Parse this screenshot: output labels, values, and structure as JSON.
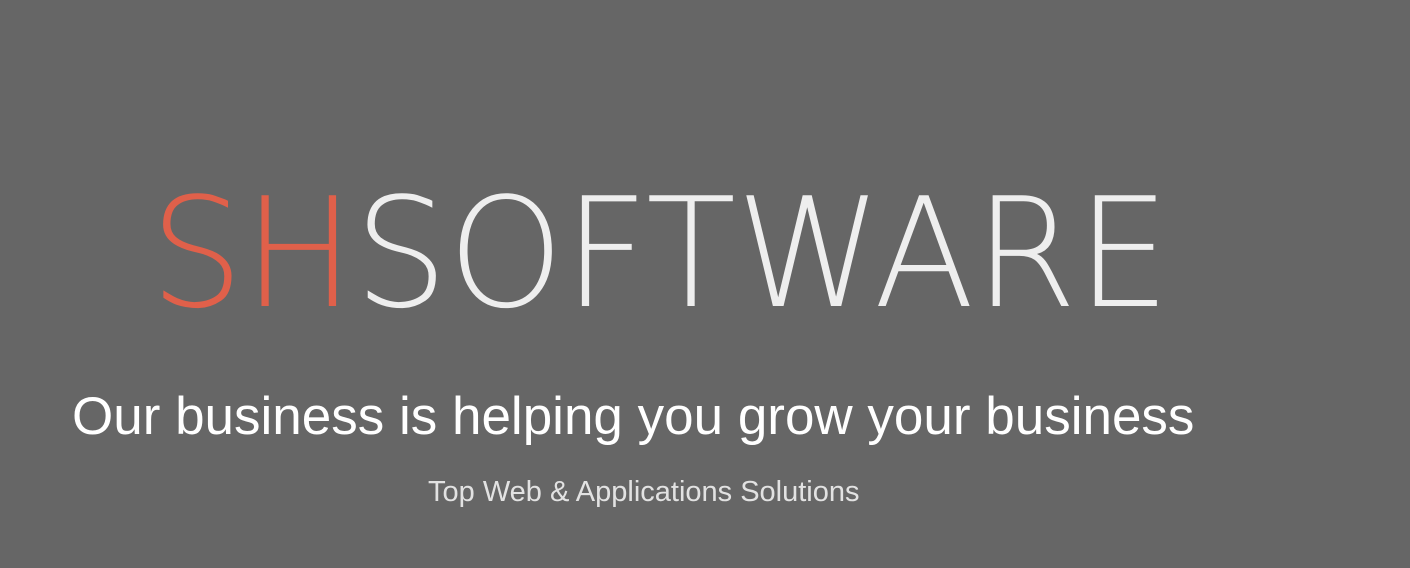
{
  "brand": {
    "prefix": "SH",
    "suffix": "SOFTWARE",
    "accent_color": "#e0604a",
    "text_color": "#eeeeee"
  },
  "hero": {
    "headline": "Our business is helping you grow your business",
    "tagline": "Top Web & Applications Solutions",
    "background_color": "#666666",
    "headline_color": "#ffffff",
    "tagline_color": "#e2e2e2"
  }
}
